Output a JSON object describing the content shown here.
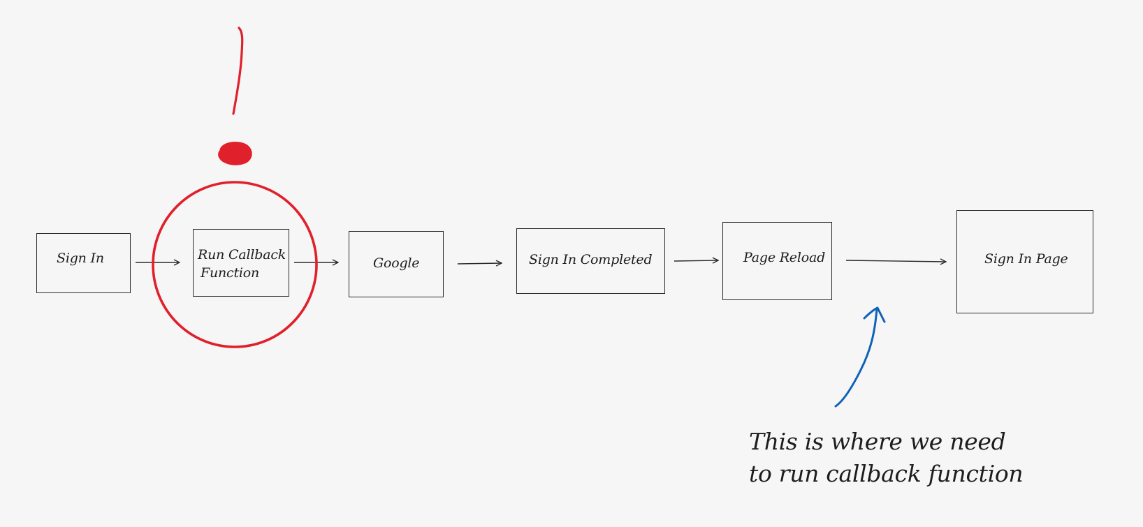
{
  "nodes": [
    {
      "id": "sign-in",
      "label": "Sign In"
    },
    {
      "id": "run-callback",
      "label_line1": "Run Callback",
      "label_line2": "Function"
    },
    {
      "id": "google",
      "label": "Google"
    },
    {
      "id": "sign-in-completed",
      "label": "Sign In Completed"
    },
    {
      "id": "page-reload",
      "label": "Page Reload"
    },
    {
      "id": "sign-in-page",
      "label": "Sign In Page"
    }
  ],
  "annotation": {
    "line1": "This is where we need",
    "line2": "to run callback function"
  },
  "colors": {
    "background": "#f6f6f6",
    "box_stroke": "#2a2a2a",
    "highlight_red": "#e0202a",
    "annotation_blue": "#0f62b8"
  }
}
